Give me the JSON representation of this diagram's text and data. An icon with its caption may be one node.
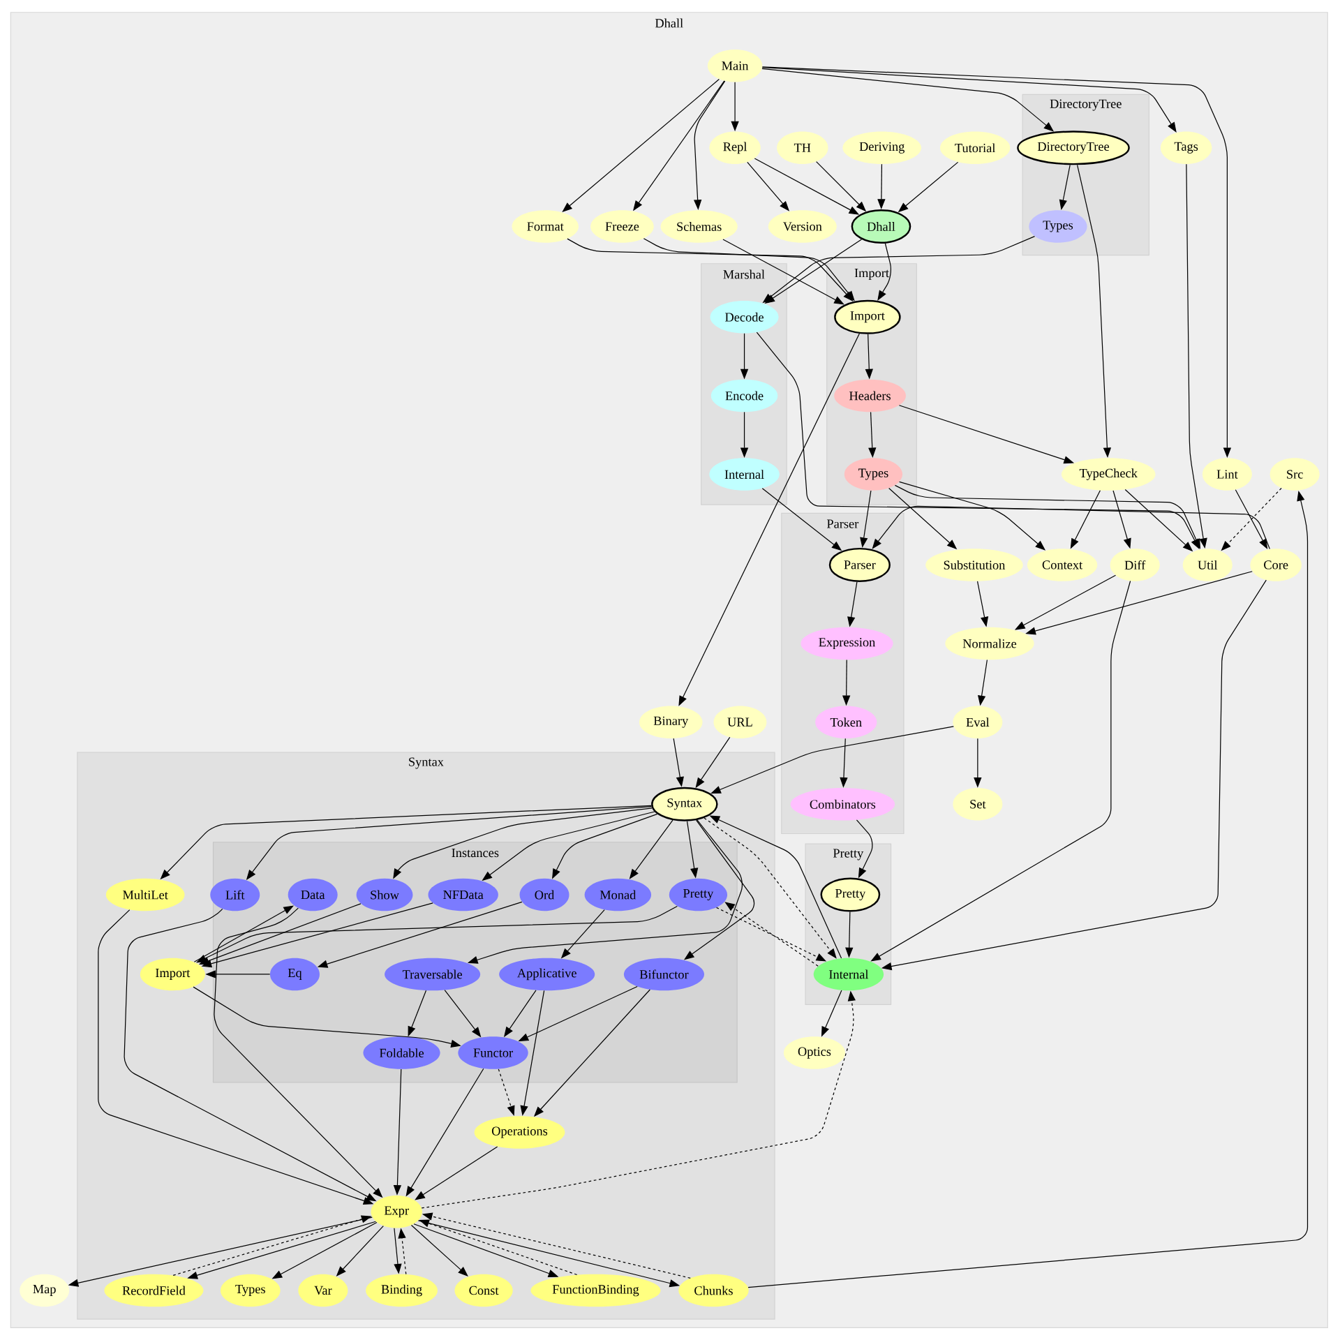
{
  "diagram": {
    "nodes": [
      {
        "text": [
          "Dhall"
        ]
      },
      {
        "text": [
          "Main"
        ],
        "in": 0
      },
      {
        "text": [
          "DirectoryTree"
        ],
        "in": 0
      },
      {
        "text": [
          "Repl"
        ],
        "in": 0
      },
      {
        "text": [
          "TH"
        ],
        "in": 0
      },
      {
        "text": [
          "Deriving"
        ],
        "in": 0
      },
      {
        "text": [
          "Tutorial"
        ],
        "in": 0
      },
      {
        "text": [
          "DirectoryTree"
        ],
        "in": 2
      },
      {
        "text": [
          "Tags"
        ],
        "in": 0
      },
      {
        "text": [
          "Format"
        ],
        "in": 0
      },
      {
        "text": [
          "Freeze"
        ],
        "in": 0
      },
      {
        "text": [
          "Schemas"
        ],
        "in": 0
      },
      {
        "text": [
          "Version"
        ],
        "in": 0
      },
      {
        "text": [
          "Dhall"
        ],
        "in": 0
      },
      {
        "text": [
          "Types"
        ],
        "in": 2
      },
      {
        "text": [
          "Marshal"
        ],
        "in": 0
      },
      {
        "text": [
          "Import"
        ],
        "in": 0
      },
      {
        "text": [
          "Decode"
        ],
        "in": 15
      },
      {
        "text": [
          "Import"
        ],
        "in": 16
      },
      {
        "text": [
          "Encode"
        ],
        "in": 15
      },
      {
        "text": [
          "Headers"
        ],
        "in": 16
      },
      {
        "text": [
          "Internal"
        ],
        "in": 15
      },
      {
        "text": [
          "Types"
        ],
        "in": 16
      },
      {
        "text": [
          "TypeCheck"
        ],
        "in": 0
      },
      {
        "text": [
          "Lint"
        ],
        "in": 0
      },
      {
        "text": [
          "Src"
        ],
        "in": 0
      },
      {
        "text": [
          "Parser"
        ],
        "in": 0
      },
      {
        "text": [
          "Parser"
        ],
        "in": 26
      },
      {
        "text": [
          "Substitution"
        ],
        "in": 0
      },
      {
        "text": [
          "Context"
        ],
        "in": 0
      },
      {
        "text": [
          "Diff"
        ],
        "in": 0
      },
      {
        "text": [
          "Util"
        ],
        "in": 0
      },
      {
        "text": [
          "Core"
        ],
        "in": 0
      },
      {
        "text": [
          "Expression"
        ],
        "in": 26
      },
      {
        "text": [
          "Normalize"
        ],
        "in": 0
      },
      {
        "text": [
          "Binary"
        ],
        "in": 0
      },
      {
        "text": [
          "URL"
        ],
        "in": 0
      },
      {
        "text": [
          "Token"
        ],
        "in": 26
      },
      {
        "text": [
          "Eval"
        ],
        "in": 0
      },
      {
        "text": [
          "Syntax"
        ],
        "in": 0
      },
      {
        "text": [
          "Syntax"
        ],
        "in": 39
      },
      {
        "text": [
          "Combinators"
        ],
        "in": 26
      },
      {
        "text": [
          "Set"
        ],
        "in": 0
      },
      {
        "text": [
          "Instances"
        ],
        "in": 39
      },
      {
        "text": [
          "Pretty"
        ],
        "in": 0
      },
      {
        "text": [
          "MultiLet"
        ],
        "in": 39
      },
      {
        "text": [
          "Lift"
        ],
        "in": 43
      },
      {
        "text": [
          "Data"
        ],
        "in": 43
      },
      {
        "text": [
          "Show"
        ],
        "in": 43
      },
      {
        "text": [
          "NFData"
        ],
        "in": 43
      },
      {
        "text": [
          "Ord"
        ],
        "in": 43
      },
      {
        "text": [
          "Monad"
        ],
        "in": 43
      },
      {
        "text": [
          "Pretty"
        ],
        "in": 43
      },
      {
        "text": [
          "Pretty"
        ],
        "in": 44
      },
      {
        "text": [
          "Import"
        ],
        "in": 39
      },
      {
        "text": [
          "Eq"
        ],
        "in": 43
      },
      {
        "text": [
          "Traversable"
        ],
        "in": 43
      },
      {
        "text": [
          "Applicative"
        ],
        "in": 43
      },
      {
        "text": [
          "Bifunctor"
        ],
        "in": 43
      },
      {
        "text": [
          "Internal"
        ],
        "in": 44
      },
      {
        "text": [
          "Foldable"
        ],
        "in": 43
      },
      {
        "text": [
          "Functor"
        ],
        "in": 43
      },
      {
        "text": [
          "Optics"
        ],
        "in": 0
      },
      {
        "text": [
          "Operations"
        ],
        "in": 39
      },
      {
        "text": [
          "Expr"
        ],
        "in": 39
      },
      {
        "text": [
          "Map"
        ],
        "in": 0
      },
      {
        "text": [
          "RecordField"
        ],
        "in": 39
      },
      {
        "text": [
          "Types"
        ],
        "in": 39
      },
      {
        "text": [
          "Var"
        ],
        "in": 39
      },
      {
        "text": [
          "Binding"
        ],
        "in": 39
      },
      {
        "text": [
          "Const"
        ],
        "in": 39
      },
      {
        "text": [
          "FunctionBinding"
        ],
        "in": 39
      },
      {
        "text": [
          "Chunks"
        ],
        "in": 39
      }
    ],
    "edges": [
      {
        "from": 1,
        "to": 3,
        "arrow": "to"
      },
      {
        "from": 1,
        "to": 9,
        "arrow": "to"
      },
      {
        "from": 1,
        "to": 10,
        "arrow": "to"
      },
      {
        "from": 1,
        "to": 11,
        "arrow": "to"
      },
      {
        "from": 1,
        "to": 7,
        "arrow": "to"
      },
      {
        "from": 1,
        "to": 8,
        "arrow": "to"
      },
      {
        "from": 1,
        "to": 24,
        "arrow": "to"
      },
      {
        "from": 3,
        "to": 12,
        "arrow": "to"
      },
      {
        "from": 3,
        "to": 13,
        "arrow": "to"
      },
      {
        "from": 4,
        "to": 13,
        "arrow": "to"
      },
      {
        "from": 5,
        "to": 13,
        "arrow": "to"
      },
      {
        "from": 6,
        "to": 13,
        "arrow": "to"
      },
      {
        "from": 7,
        "to": 14,
        "arrow": "to"
      },
      {
        "from": 7,
        "to": 23,
        "arrow": "to"
      },
      {
        "from": 9,
        "to": 18,
        "arrow": "to"
      },
      {
        "from": 10,
        "to": 18,
        "arrow": "to"
      },
      {
        "from": 11,
        "to": 18,
        "arrow": "to"
      },
      {
        "from": 13,
        "to": 18,
        "arrow": "to"
      },
      {
        "from": 13,
        "to": 17,
        "arrow": "to"
      },
      {
        "from": 14,
        "to": 17,
        "arrow": "to"
      },
      {
        "from": 8,
        "to": 31,
        "arrow": "to"
      },
      {
        "from": 17,
        "to": 19,
        "arrow": "to"
      },
      {
        "from": 17,
        "to": 31,
        "arrow": "to"
      },
      {
        "from": 18,
        "to": 20,
        "arrow": "to"
      },
      {
        "from": 18,
        "to": 35,
        "arrow": "to"
      },
      {
        "from": 19,
        "to": 21,
        "arrow": "to"
      },
      {
        "from": 21,
        "to": 27,
        "arrow": "to"
      },
      {
        "from": 20,
        "to": 22,
        "arrow": "to"
      },
      {
        "from": 20,
        "to": 23,
        "arrow": "to"
      },
      {
        "from": 22,
        "to": 27,
        "arrow": "to"
      },
      {
        "from": 22,
        "to": 28,
        "arrow": "to"
      },
      {
        "from": 22,
        "to": 29,
        "arrow": "to"
      },
      {
        "from": 22,
        "to": 31,
        "arrow": "to"
      },
      {
        "from": 23,
        "to": 29,
        "arrow": "to"
      },
      {
        "from": 23,
        "to": 30,
        "arrow": "to"
      },
      {
        "from": 23,
        "to": 31,
        "arrow": "to"
      },
      {
        "from": 24,
        "to": 32,
        "arrow": "to"
      },
      {
        "from": 25,
        "to": 31,
        "arrow": "to",
        "style": "dashed"
      },
      {
        "from": 32,
        "to": 27,
        "arrow": "to"
      },
      {
        "from": 28,
        "to": 34,
        "arrow": "to"
      },
      {
        "from": 30,
        "to": 34,
        "arrow": "to"
      },
      {
        "from": 32,
        "to": 34,
        "arrow": "to"
      },
      {
        "from": 34,
        "to": 38,
        "arrow": "to"
      },
      {
        "from": 38,
        "to": 42,
        "arrow": "to"
      },
      {
        "from": 38,
        "to": 40,
        "arrow": "to"
      },
      {
        "from": 30,
        "to": 59,
        "arrow": "to"
      },
      {
        "from": 32,
        "to": 59,
        "arrow": "to"
      },
      {
        "from": 72,
        "to": 25,
        "arrow": "to"
      },
      {
        "from": 27,
        "to": 33,
        "arrow": "to"
      },
      {
        "from": 33,
        "to": 37,
        "arrow": "to"
      },
      {
        "from": 37,
        "to": 41,
        "arrow": "to"
      },
      {
        "from": 41,
        "to": 53,
        "arrow": "to"
      },
      {
        "from": 53,
        "to": 59,
        "arrow": "to"
      },
      {
        "from": 59,
        "to": 62,
        "arrow": "to"
      },
      {
        "from": 35,
        "to": 40,
        "arrow": "to"
      },
      {
        "from": 36,
        "to": 40,
        "arrow": "to"
      },
      {
        "from": 40,
        "to": 45,
        "arrow": "to"
      },
      {
        "from": 40,
        "to": 46,
        "arrow": "to"
      },
      {
        "from": 40,
        "to": 48,
        "arrow": "to"
      },
      {
        "from": 40,
        "to": 49,
        "arrow": "to"
      },
      {
        "from": 40,
        "to": 50,
        "arrow": "to"
      },
      {
        "from": 40,
        "to": 51,
        "arrow": "to"
      },
      {
        "from": 40,
        "to": 52,
        "arrow": "to"
      },
      {
        "from": 40,
        "to": 56,
        "arrow": "to"
      },
      {
        "from": 40,
        "to": 58,
        "arrow": "to"
      },
      {
        "from": 40,
        "to": 59,
        "arrow": "to",
        "style": "dashed"
      },
      {
        "from": 59,
        "to": 40,
        "arrow": "to"
      },
      {
        "from": 59,
        "to": 52,
        "arrow": "to",
        "style": "dashed"
      },
      {
        "from": 52,
        "to": 59,
        "arrow": "to",
        "style": "dashed"
      },
      {
        "from": 54,
        "to": 47,
        "arrow": "to"
      },
      {
        "from": 48,
        "to": 54,
        "arrow": "to"
      },
      {
        "from": 49,
        "to": 54,
        "arrow": "to"
      },
      {
        "from": 52,
        "to": 54,
        "arrow": "to"
      },
      {
        "from": 55,
        "to": 54,
        "arrow": "to"
      },
      {
        "from": 45,
        "to": 64,
        "arrow": "to"
      },
      {
        "from": 46,
        "to": 64,
        "arrow": "to"
      },
      {
        "from": 47,
        "to": 64,
        "arrow": "to"
      },
      {
        "from": 50,
        "to": 55,
        "arrow": "to"
      },
      {
        "from": 51,
        "to": 57,
        "arrow": "to"
      },
      {
        "from": 54,
        "to": 61,
        "arrow": "to"
      },
      {
        "from": 56,
        "to": 60,
        "arrow": "to"
      },
      {
        "from": 56,
        "to": 61,
        "arrow": "to"
      },
      {
        "from": 57,
        "to": 61,
        "arrow": "to"
      },
      {
        "from": 57,
        "to": 63,
        "arrow": "to"
      },
      {
        "from": 58,
        "to": 61,
        "arrow": "to"
      },
      {
        "from": 58,
        "to": 63,
        "arrow": "to"
      },
      {
        "from": 61,
        "to": 63,
        "arrow": "to",
        "style": "dashed"
      },
      {
        "from": 61,
        "to": 64,
        "arrow": "to"
      },
      {
        "from": 60,
        "to": 64,
        "arrow": "to"
      },
      {
        "from": 63,
        "to": 64,
        "arrow": "to"
      },
      {
        "from": 64,
        "to": 59,
        "arrow": "to",
        "style": "dashed"
      },
      {
        "from": 64,
        "to": 65,
        "arrow": "to"
      },
      {
        "from": 64,
        "to": 66,
        "arrow": "to"
      },
      {
        "from": 66,
        "to": 64,
        "arrow": "to",
        "style": "dashed"
      },
      {
        "from": 64,
        "to": 67,
        "arrow": "to"
      },
      {
        "from": 64,
        "to": 68,
        "arrow": "to"
      },
      {
        "from": 64,
        "to": 69,
        "arrow": "to"
      },
      {
        "from": 69,
        "to": 64,
        "arrow": "to",
        "style": "dashed"
      },
      {
        "from": 64,
        "to": 70,
        "arrow": "to"
      },
      {
        "from": 64,
        "to": 71,
        "arrow": "to"
      },
      {
        "from": 71,
        "to": 64,
        "arrow": "to",
        "style": "dashed"
      },
      {
        "from": 64,
        "to": 72,
        "arrow": "to"
      },
      {
        "from": 72,
        "to": 64,
        "arrow": "to",
        "style": "dashed"
      }
    ]
  }
}
